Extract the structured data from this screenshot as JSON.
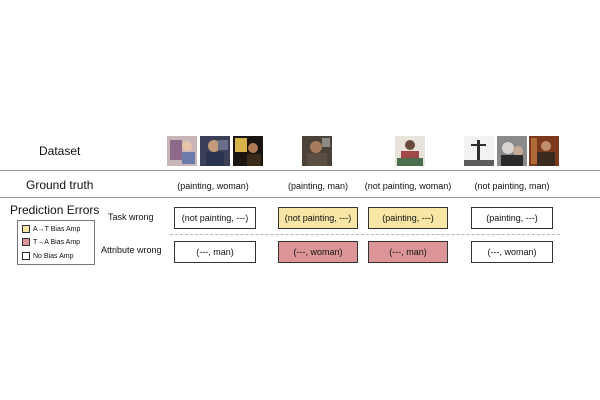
{
  "labels": {
    "dataset": "Dataset",
    "ground_truth": "Ground truth",
    "prediction_errors": "Prediction Errors",
    "task_wrong": "Task wrong",
    "attribute_wrong": "Attribute wrong"
  },
  "legend": {
    "items": [
      {
        "label": "A→T Bias Amp",
        "color": "#f7e6a6"
      },
      {
        "label": "T→A Bias Amp",
        "color": "#dc9596"
      },
      {
        "label": "No Bias Amp",
        "color": "#ffffff"
      }
    ]
  },
  "columns": [
    {
      "ground_truth": "(painting, woman)",
      "task_wrong": "(not painting, ---)",
      "attribute_wrong": "(---, man)"
    },
    {
      "ground_truth": "(painting, man)",
      "task_wrong": "(not painting, ---)",
      "attribute_wrong": "(---, woman)"
    },
    {
      "ground_truth": "(not painting, woman)",
      "task_wrong": "(painting, ---)",
      "attribute_wrong": "(---, man)"
    },
    {
      "ground_truth": "(not painting, man)",
      "task_wrong": "(painting, ---)",
      "attribute_wrong": "(---, woman)"
    }
  ],
  "colors": {
    "a_to_t": "#f7e6a6",
    "t_to_a": "#dc9596",
    "none": "#ffffff"
  }
}
